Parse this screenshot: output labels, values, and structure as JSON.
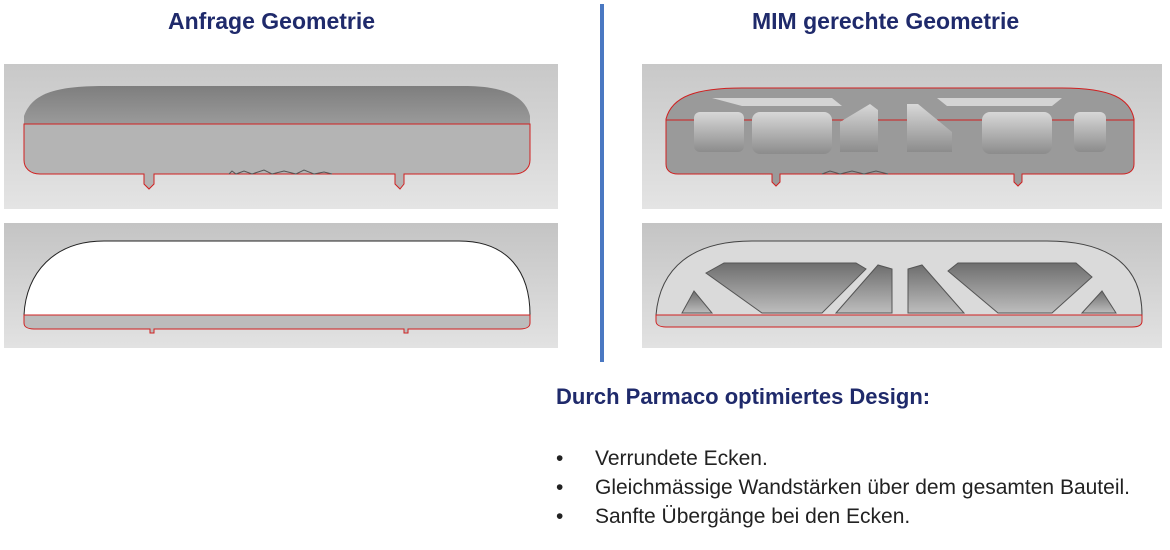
{
  "left": {
    "title": "Anfrage Geometrie"
  },
  "right": {
    "title": "MIM gerechte Geometrie"
  },
  "design": {
    "title": "Durch Parmaco optimiertes Design:",
    "bullet": "•",
    "points": [
      "Verrundete Ecken.",
      "Gleichmässige Wandstärken über dem gesamten Bauteil.",
      "Sanfte Übergänge bei den Ecken."
    ]
  },
  "colors": {
    "heading": "#1f2a6b",
    "divider": "#4a78c2",
    "edge": "#d02020"
  }
}
